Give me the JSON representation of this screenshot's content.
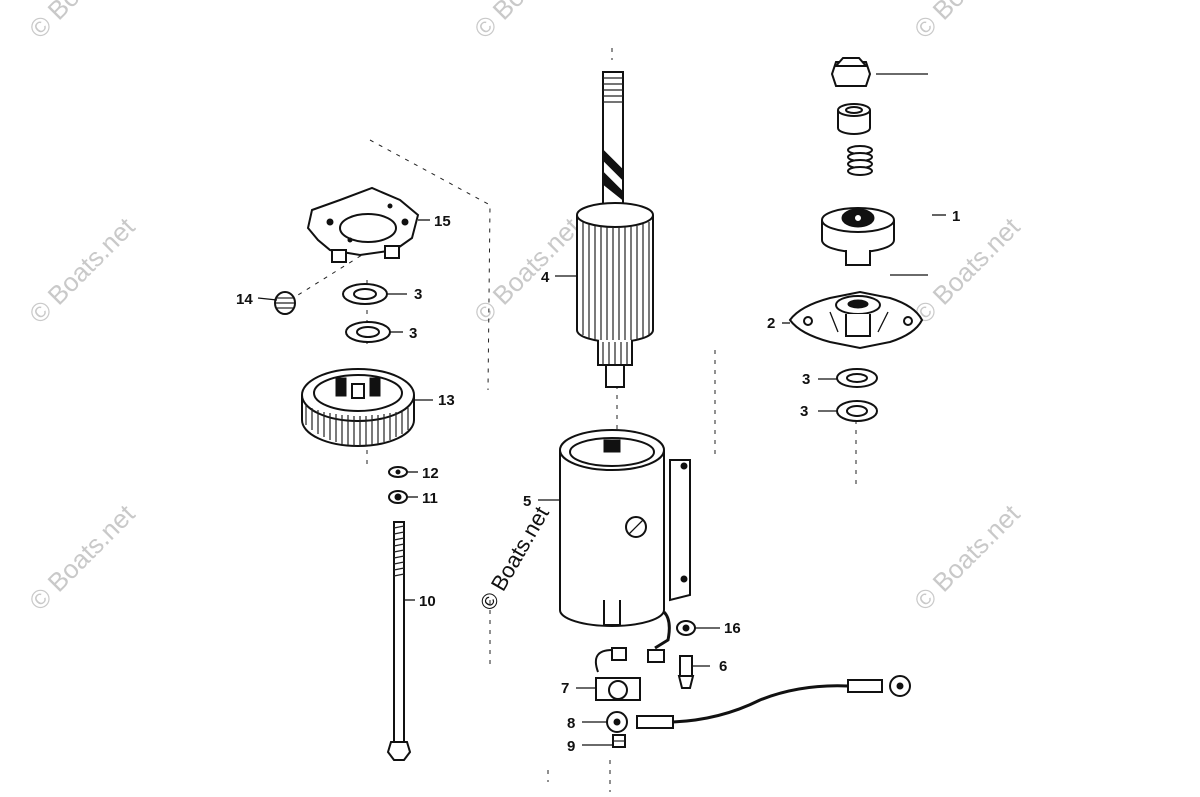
{
  "watermark": {
    "text": "© Boats.net"
  },
  "callouts": {
    "p1": "1",
    "p2": "2",
    "p3a": "3",
    "p3b": "3",
    "p3c": "3",
    "p3d": "3",
    "p4": "4",
    "p5": "5",
    "p6": "6",
    "p7": "7",
    "p8": "8",
    "p9": "9",
    "p10": "10",
    "p11": "11",
    "p12": "12",
    "p13": "13",
    "p14": "14",
    "p15": "15",
    "p16": "16"
  }
}
